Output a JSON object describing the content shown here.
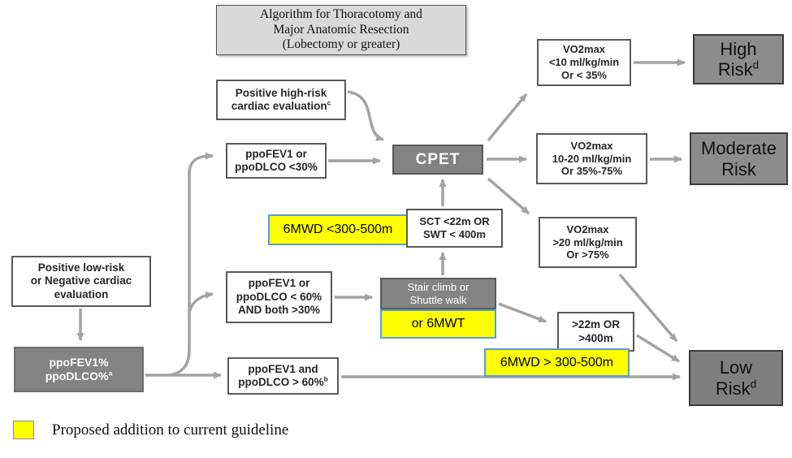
{
  "colors": {
    "highlight_yellow": "#ffff00",
    "highlight_border": "#5b9bd5",
    "gray_node_bg": "#838383",
    "risk_node_bg": "#8c8c8c",
    "title_bg": "#d9d9d9",
    "arrow": "#a3a3a3"
  },
  "title": {
    "lines": [
      "Algorithm for Thoracotomy and",
      "Major Anatomic Resection",
      "(Lobectomy or greater)"
    ]
  },
  "nodes": {
    "high_cardiac": {
      "lines": [
        "Positive high-risk",
        "cardiac evaluation"
      ],
      "sup": "c"
    },
    "ppo_lt30": {
      "lines": [
        "ppoFEV1 or",
        "ppoDLCO <30%"
      ]
    },
    "cpet": {
      "label": "CPET"
    },
    "vo2_lt10": {
      "lines": [
        "VO2max",
        "<10 ml/kg/min",
        "Or < 35%"
      ]
    },
    "high_risk": {
      "lines": [
        "High",
        "Risk"
      ],
      "sup": "d"
    },
    "vo2_mid": {
      "lines": [
        "VO2max",
        "10-20 ml/kg/min",
        "Or 35%-75%"
      ]
    },
    "mod_risk": {
      "lines": [
        "Moderate",
        "Risk"
      ]
    },
    "vo2_gt20": {
      "lines": [
        "VO2max",
        ">20 ml/kg/min",
        "Or >75%"
      ]
    },
    "mwd_lt": {
      "label": "6MWD <300-500m"
    },
    "sct_swt": {
      "lines": [
        "SCT <22m OR",
        "SWT < 400m"
      ]
    },
    "pos_low": {
      "lines": [
        "Positive low-risk",
        "or Negative cardiac",
        "evaluation"
      ]
    },
    "ppo_pct": {
      "lines": [
        "ppoFEV1%",
        "ppoDLCO%"
      ],
      "sup": "a"
    },
    "ppo_lt60": {
      "lines": [
        "ppoFEV1 or",
        "ppoDLCO < 60%",
        "AND both >30%"
      ]
    },
    "stair": {
      "lines": [
        "Stair climb or",
        "Shuttle walk"
      ]
    },
    "or6mwt": {
      "label": "or 6MWT"
    },
    "gt22m": {
      "lines": [
        ">22m OR",
        ">400m"
      ]
    },
    "mwd_gt": {
      "label": "6MWD > 300-500m"
    },
    "ppo_gt60": {
      "lines": [
        "ppoFEV1 and",
        "ppoDLCO > 60%"
      ],
      "sup": "b"
    },
    "low_risk": {
      "lines": [
        "Low",
        "Risk"
      ],
      "sup": "d"
    }
  },
  "legend": {
    "label": "Proposed addition to current guideline"
  }
}
